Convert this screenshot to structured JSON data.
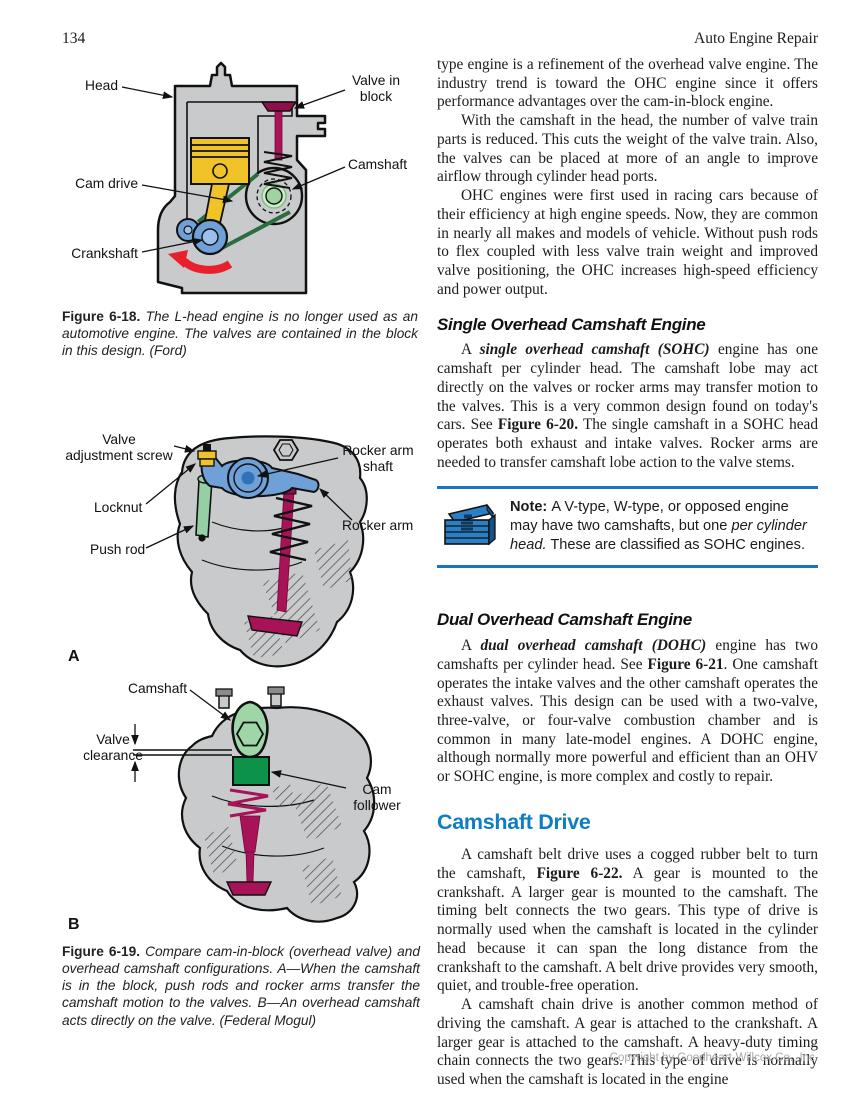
{
  "page": {
    "number": "134",
    "running_title": "Auto Engine Repair",
    "copyright": "Copyright by Goodheart-Willcox Co., Inc."
  },
  "colors": {
    "heading_blue": "#0d7ec3",
    "note_rule_blue": "#1a75bc",
    "toolbox_blue": "#2b7fc4",
    "block_gray": "#c9cacb",
    "piston_yellow": "#f0c429",
    "valve_magenta": "#a81358",
    "crank_blue": "#6fa0d8",
    "belt_dark_green": "#2a6e3f",
    "cam_light_green": "#9fd6a8",
    "follower_green": "#0c9349",
    "arrow_red": "#e8202e"
  },
  "left_column": {
    "figure_18": {
      "labels": {
        "head": "Head",
        "valve_in_block": [
          "Valve in",
          "block"
        ],
        "camshaft": "Camshaft",
        "cam_drive": "Cam drive",
        "crankshaft": "Crankshaft"
      },
      "caption": [
        {
          "t": "Figure 6-18. ",
          "b": 1,
          "u": 1
        },
        {
          "t": "The L-head engine is no longer used as an automotive engine. The valves are contained in the block in this design. (Ford)",
          "i": 1
        }
      ]
    },
    "figure_19": {
      "labels": {
        "valve_adjustment_screw": [
          "Valve",
          "adjustment screw"
        ],
        "locknut": "Locknut",
        "push_rod": "Push rod",
        "rocker_arm_shaft": [
          "Rocker arm",
          "shaft"
        ],
        "rocker_arm": "Rocker arm",
        "part_a": "A",
        "camshaft": "Camshaft",
        "valve_clearance": [
          "Valve",
          "clearance"
        ],
        "cam_follower": [
          "Cam",
          "follower"
        ],
        "part_b": "B"
      },
      "caption": [
        {
          "t": "Figure 6-19. ",
          "b": 1,
          "u": 1
        },
        {
          "t": "Compare cam-in-block (overhead valve) and overhead camshaft configurations. A—When the camshaft is in the block, push rods and rocker arms transfer the camshaft motion to the valves. B—An overhead camshaft acts directly on the valve. (Federal Mogul)",
          "i": 1
        }
      ]
    }
  },
  "right_column": {
    "p1": "type engine is a refinement of the overhead valve engine. The industry trend is toward the OHC engine since it offers performance advantages over the cam-in-block engine.",
    "p2": "With the camshaft in the head, the number of valve train parts is reduced. This cuts the weight of the valve train. Also, the valves can be placed at more of an angle to improve airflow through cylinder head ports.",
    "p3": "OHC engines were first used in racing cars because of their efficiency at high engine speeds. Now, they are common in nearly all makes and models of vehicle. Without push rods to flex coupled with less valve train weight and improved valve positioning, the OHC increases high-speed efficiency and power output.",
    "headings": {
      "sohc": "Single Overhead Camshaft Engine",
      "dohc": "Dual Overhead Camshaft Engine",
      "camshaft_drive": "Camshaft Drive"
    },
    "sohc_para": [
      {
        "t": "A "
      },
      {
        "t": "single overhead camshaft (SOHC)",
        "b": 1,
        "i": 1
      },
      {
        "t": " engine has one camshaft per cylinder head. The camshaft lobe may act directly on the valves or rocker arms may transfer motion to the valves. This is a very common design found on today's cars. See "
      },
      {
        "t": "Figure 6-20.",
        "b": 1
      },
      {
        "t": " The single camshaft in a SOHC head operates both exhaust and intake valves. Rocker arms are needed to transfer camshaft lobe action to the valve stems."
      }
    ],
    "note": [
      {
        "t": "Note: ",
        "b": 1
      },
      {
        "t": "A V-type, W-type, or opposed engine may have two camshafts, but one "
      },
      {
        "t": "per cylinder head.",
        "i": 1
      },
      {
        "t": " These are classified as SOHC engines."
      }
    ],
    "dohc_para": [
      {
        "t": "A "
      },
      {
        "t": "dual overhead camshaft (DOHC)",
        "b": 1,
        "i": 1
      },
      {
        "t": " engine has two camshafts per cylinder head. See "
      },
      {
        "t": "Figure 6-21",
        "b": 1
      },
      {
        "t": ". One camshaft operates the intake valves and the other camshaft operates the exhaust valves. This design can be used with a two-valve, three-valve, or four-valve combustion chamber and is common in many late-model engines. A DOHC engine, although normally more powerful and efficient than an OHV or SOHC engine, is more complex and costly to repair."
      }
    ],
    "belt_para": [
      {
        "t": "A camshaft belt drive uses a cogged rubber belt to turn the camshaft, "
      },
      {
        "t": "Figure 6-22.",
        "b": 1
      },
      {
        "t": " A gear is mounted to the crankshaft. A larger gear is mounted to the camshaft. The timing belt connects the two gears. This type of drive is normally used when the camshaft is located in the cylinder head because it can span the long distance from the crankshaft to the camshaft. A belt drive provides very smooth, quiet, and trouble-free operation."
      }
    ],
    "chain_para": "A camshaft chain drive is another common method of driving the camshaft. A gear is attached to the crankshaft. A larger gear is attached to the camshaft. A heavy-duty timing chain connects the two gears. This type of drive is normally used when the camshaft is located in the engine"
  }
}
